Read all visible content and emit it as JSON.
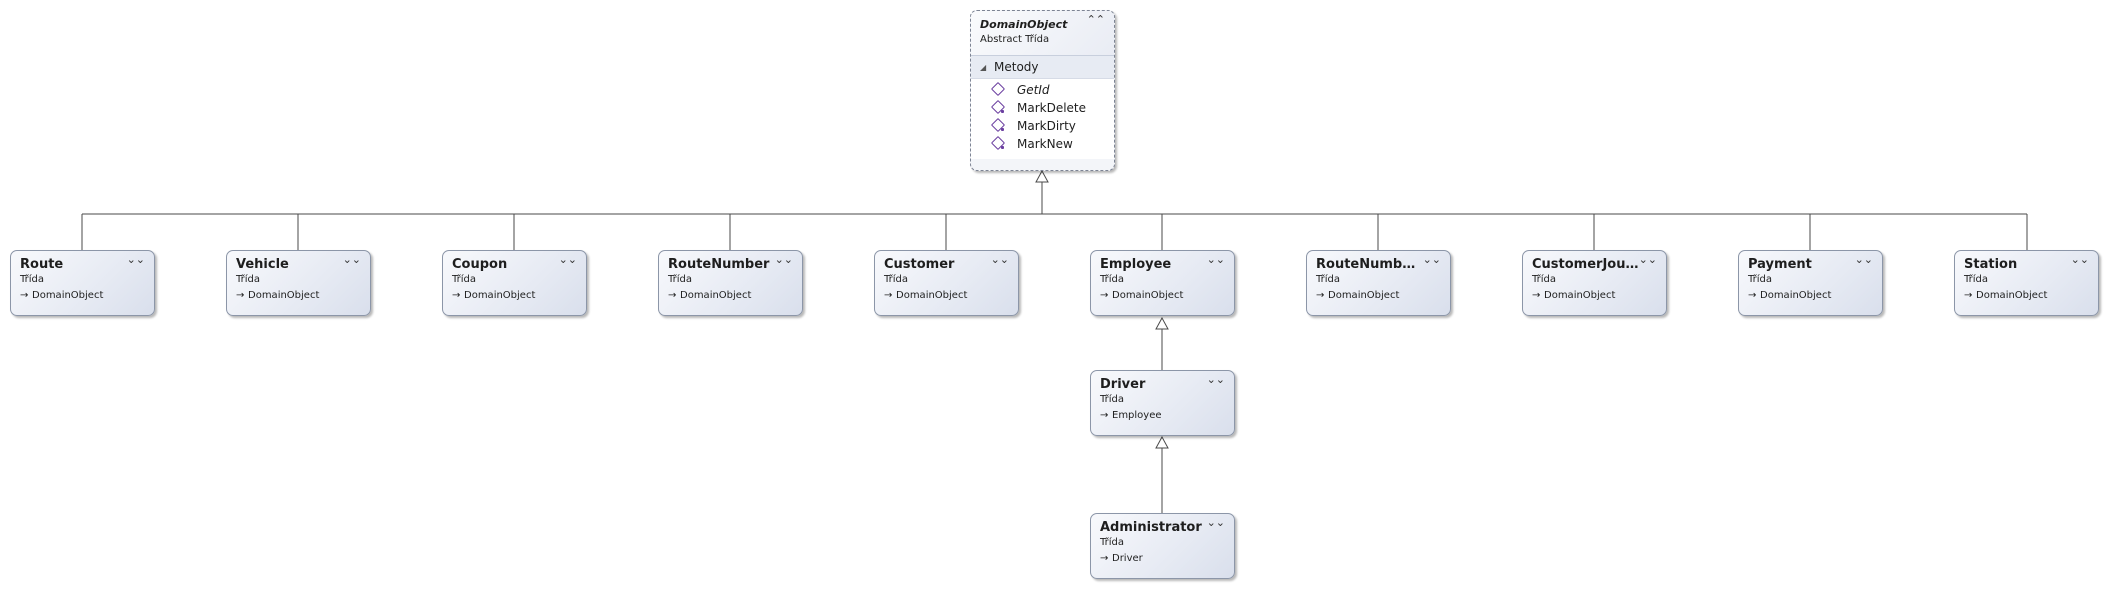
{
  "diagram": {
    "root": {
      "name": "DomainObject",
      "kind": "Abstract Třída",
      "section_label": "Metody",
      "members": [
        {
          "name": "GetId",
          "italic": true,
          "icon": "method-icon"
        },
        {
          "name": "MarkDelete",
          "italic": false,
          "icon": "protected-method-icon"
        },
        {
          "name": "MarkDirty",
          "italic": false,
          "icon": "protected-method-icon"
        },
        {
          "name": "MarkNew",
          "italic": false,
          "icon": "protected-method-icon"
        }
      ]
    },
    "classes": [
      {
        "name": "Route",
        "kind": "Třída",
        "base": "DomainObject"
      },
      {
        "name": "Vehicle",
        "kind": "Třída",
        "base": "DomainObject"
      },
      {
        "name": "Coupon",
        "kind": "Třída",
        "base": "DomainObject"
      },
      {
        "name": "RouteNumber",
        "kind": "Třída",
        "base": "DomainObject"
      },
      {
        "name": "Customer",
        "kind": "Třída",
        "base": "DomainObject"
      },
      {
        "name": "Employee",
        "kind": "Třída",
        "base": "DomainObject"
      },
      {
        "name": "RouteNumberSt...",
        "kind": "Třída",
        "base": "DomainObject"
      },
      {
        "name": "CustomerJourney",
        "kind": "Třída",
        "base": "DomainObject"
      },
      {
        "name": "Payment",
        "kind": "Třída",
        "base": "DomainObject"
      },
      {
        "name": "Station",
        "kind": "Třída",
        "base": "DomainObject"
      },
      {
        "name": "Driver",
        "kind": "Třída",
        "base": "Employee"
      },
      {
        "name": "Administrator",
        "kind": "Třída",
        "base": "Driver"
      }
    ],
    "icons": {
      "collapse": "chevron-up-double-icon",
      "expand": "chevron-down-double-icon",
      "inherit": "arrow-right-icon",
      "section_toggle": "triangle-down-icon"
    },
    "colors": {
      "box_border": "#8c96a8",
      "connector": "#4a4a4a",
      "member_icon": "#6b3fa0"
    }
  }
}
